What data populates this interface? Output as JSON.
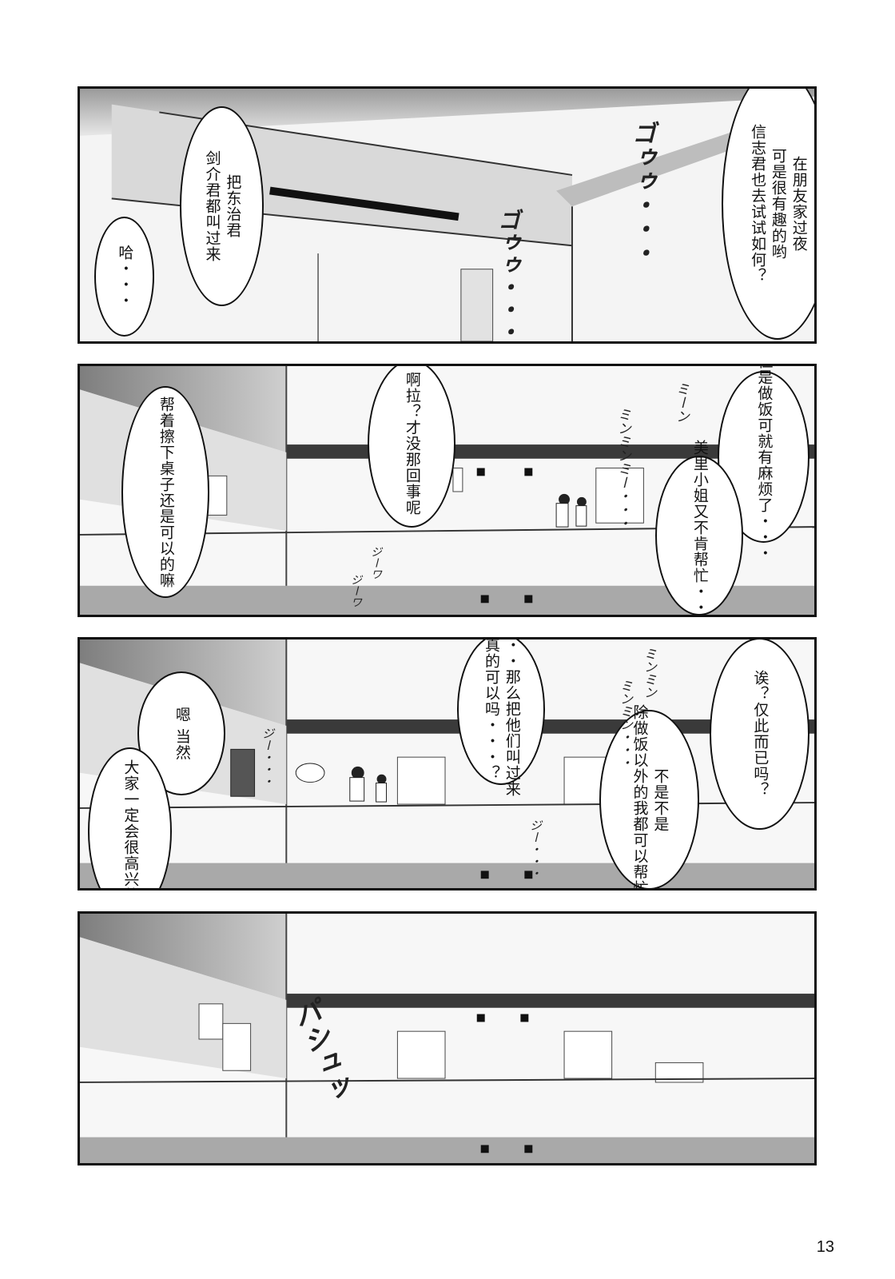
{
  "page_number": "13",
  "panels": [
    {
      "bubbles": [
        {
          "lines": [
            "在朋友家过夜",
            "可是很有趣的哟",
            "信志君也去试试如何？"
          ]
        },
        {
          "lines": [
            "把东治君",
            "剑介君都叫过来"
          ]
        },
        {
          "lines": [
            "哈・・・"
          ]
        }
      ],
      "sfx": [
        "ゴゥゥ・・・",
        "ゴゥゥ・・・"
      ]
    },
    {
      "bubbles": [
        {
          "lines": [
            "但是做饭可就有麻烦了・・・",
            "美里小姐又不肯帮忙・・・"
          ]
        },
        {
          "lines": [
            "啊拉？才没那回事呢"
          ]
        },
        {
          "lines": [
            "帮着擦下桌子还是可以的嘛"
          ]
        }
      ],
      "sfx": [
        "ミーン",
        "ミンミンミー・・・",
        "ジーワ",
        "ジーワ"
      ]
    },
    {
      "bubbles": [
        {
          "lines": [
            "诶？仅此而已吗？"
          ]
        },
        {
          "lines": [
            "・・・那么把他们叫过来",
            "真的可以吗・・・？"
          ]
        },
        {
          "lines": [
            "不是不是",
            "除做饭以外的我都可以帮忙"
          ]
        },
        {
          "lines": [
            "嗯 当然",
            "大家一定会很高兴的"
          ]
        }
      ],
      "sfx": [
        "ミンミン",
        "ミンミン・・・",
        "ジー・・・",
        "ジー・・・"
      ]
    },
    {
      "bubbles": [],
      "sfx": [
        "パシュッ"
      ]
    }
  ]
}
